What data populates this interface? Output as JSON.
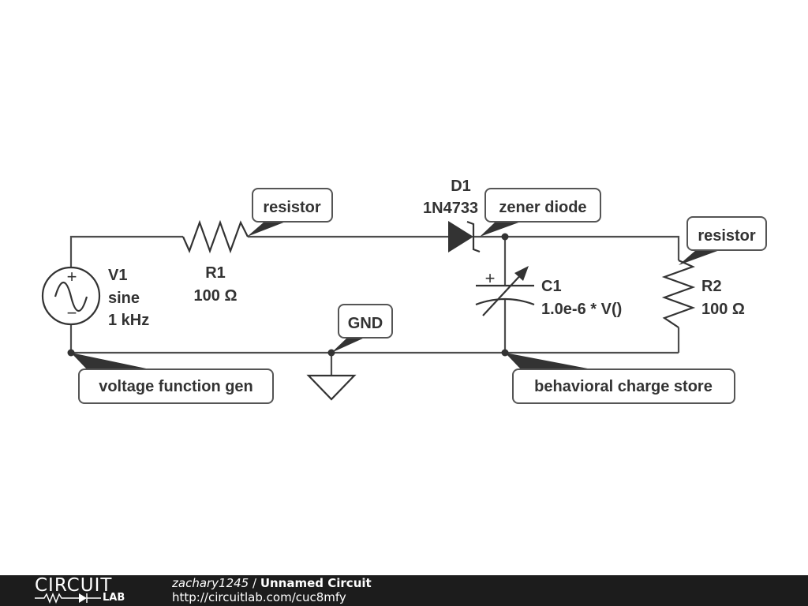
{
  "components": {
    "v1": {
      "ref": "V1",
      "type": "sine",
      "freq": "1 kHz",
      "plus": "+",
      "minus": "−"
    },
    "r1": {
      "ref": "R1",
      "value": "100 Ω"
    },
    "d1": {
      "ref": "D1",
      "part": "1N4733"
    },
    "c1": {
      "ref": "C1",
      "value": "1.0e-6 * V()",
      "plus": "+"
    },
    "r2": {
      "ref": "R2",
      "value": "100 Ω"
    }
  },
  "tags": {
    "resistor_r1": "resistor",
    "zener_diode": "zener diode",
    "resistor_r2": "resistor",
    "gnd": "GND",
    "voltage_function_gen": "voltage function gen",
    "behavioral_charge_store": "behavioral charge store"
  },
  "footer": {
    "logo_top": "CIRCUIT",
    "logo_bottom": "LAB",
    "author": "zachary1245",
    "separator": " / ",
    "circuit_title": "Unnamed Circuit",
    "url": "http://circuitlab.com/cuc8mfy"
  }
}
